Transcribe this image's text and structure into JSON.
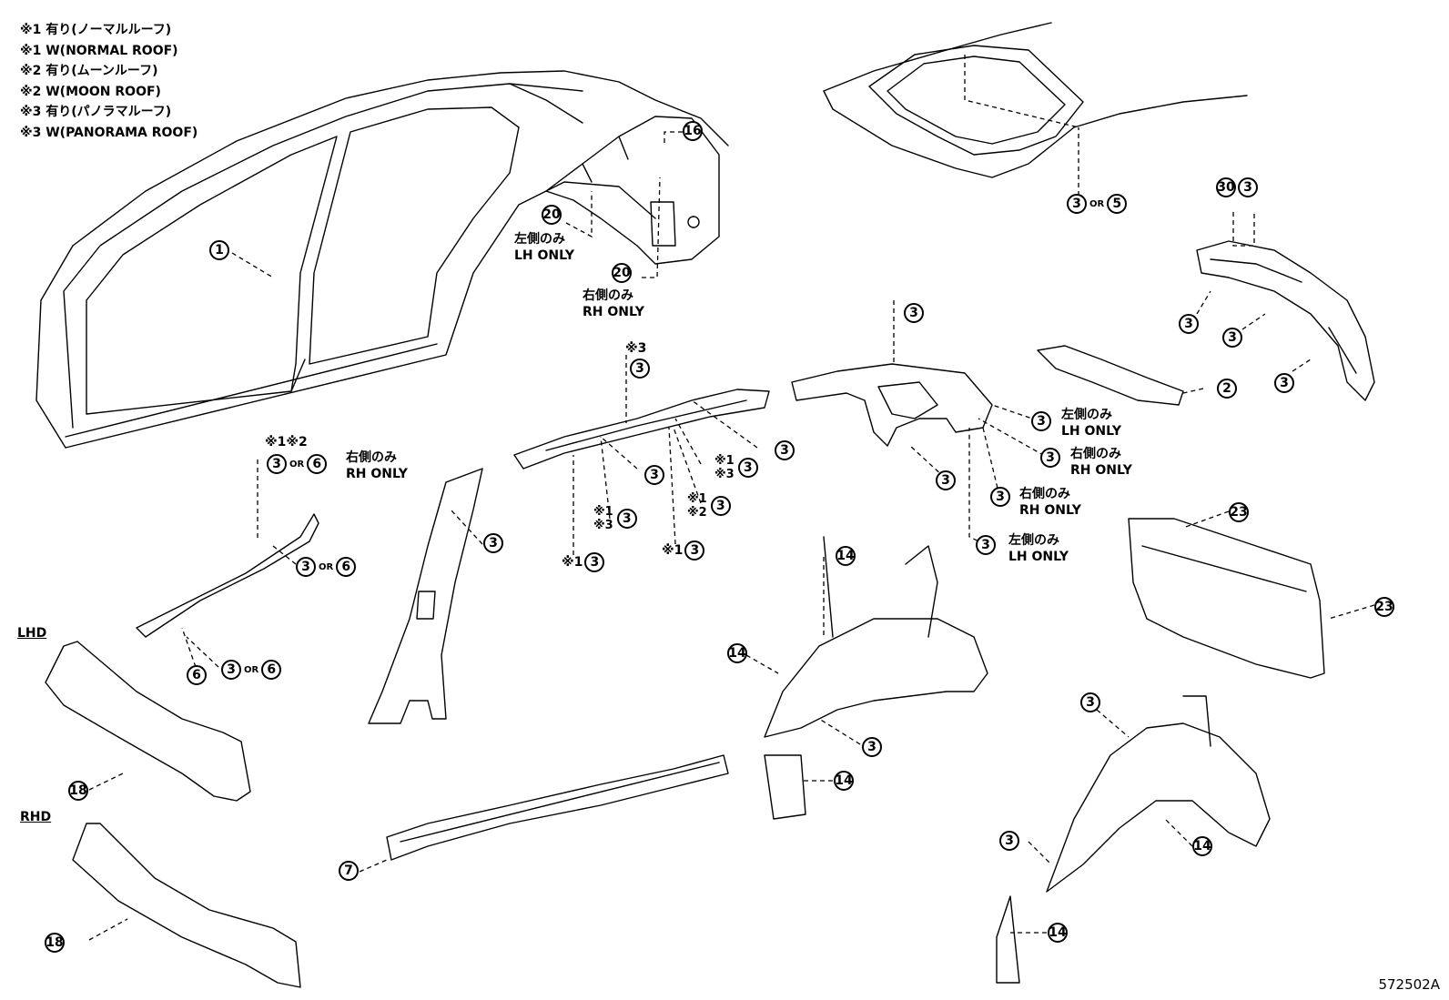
{
  "legend": [
    "※1 有り(ノーマルルーフ)",
    "※1 W(NORMAL ROOF)",
    "※2 有り(ムーンルーフ)",
    "※2 W(MOON ROOF)",
    "※3 有り(パノラマルーフ)",
    "※3 W(PANORAMA ROOF)"
  ],
  "callouts": {
    "c1": "1",
    "c16": "16",
    "c20a": "20",
    "c20b": "20",
    "c3or5_a": "3",
    "c3or5_or": "OR",
    "c3or5_b": "5",
    "c30": "30",
    "c3_top": "3",
    "c3_right1": "3",
    "c3_right2": "3",
    "c3_right3": "3",
    "c2": "2",
    "c3_mid_top": "3",
    "c3_lh1": "3",
    "c3_rh1": "3",
    "c3_rh2": "3",
    "c3_lh2": "3",
    "c3_mid_low": "3",
    "c3_roof_top": "3",
    "c3_roof_a": "3",
    "c3_roof_b": "3",
    "c3_roof_c": "3",
    "c3_roof_d": "3",
    "c3_roof_e": "3",
    "c3_roof_f": "3",
    "c3_roof_g": "3",
    "c3or6_top_a": "3",
    "c3or6_top_or": "OR",
    "c3or6_top_b": "6",
    "c3or6_mid_a": "3",
    "c3or6_mid_or": "OR",
    "c3or6_mid_b": "6",
    "c6_low": "6",
    "c3or6_low_a": "3",
    "c3or6_low_or": "OR",
    "c3or6_low_b": "6",
    "c3_pillar": "3",
    "c14_top": "14",
    "c14_left": "14",
    "c3_wh": "3",
    "c14_small": "14",
    "c7": "7",
    "c18_lhd": "18",
    "c18_rhd": "18",
    "c23_top": "23",
    "c23_mid": "23",
    "c3_rw_top": "3",
    "c3_rw_left": "3",
    "c14_rw": "14",
    "c14_rw_low": "14"
  },
  "marks": {
    "m3_roof_top": "※3",
    "m13_a1": "※1",
    "m13_a2": "※3",
    "m12_b1": "※1",
    "m12_b2": "※2",
    "m13_c1": "※1",
    "m13_c2": "※3",
    "m1_d": "※1",
    "m1_e": "※1",
    "m12_top": "※1※2"
  },
  "side_labels": {
    "lh_only_20": [
      "左側のみ",
      "LH ONLY"
    ],
    "rh_only_20": [
      "右側のみ",
      "RH ONLY"
    ],
    "rh_only_3or6": [
      "右側のみ",
      "RH ONLY"
    ],
    "lh_only_a": [
      "左側のみ",
      "LH ONLY"
    ],
    "rh_only_a": [
      "右側のみ",
      "RH ONLY"
    ],
    "rh_only_b": [
      "右側のみ",
      "RH ONLY"
    ],
    "lh_only_b": [
      "左側のみ",
      "LH ONLY"
    ]
  },
  "hd": {
    "lhd": "LHD",
    "rhd": "RHD"
  },
  "code": "572502A"
}
